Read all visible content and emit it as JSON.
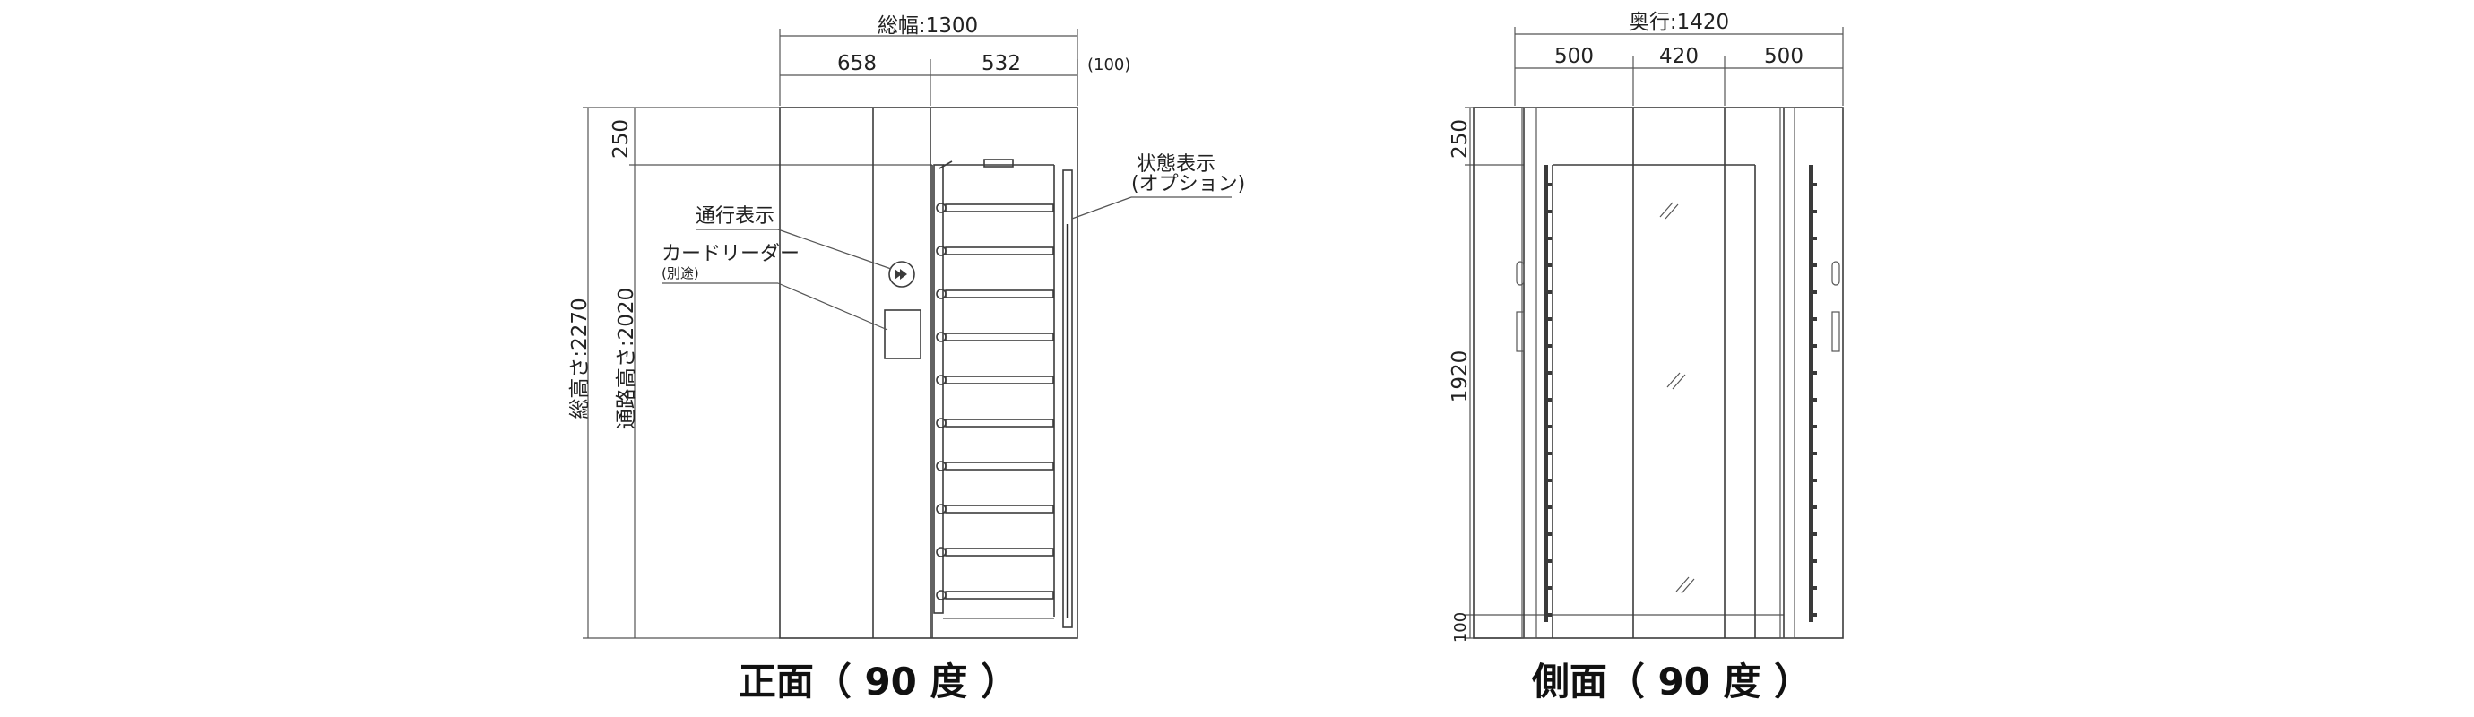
{
  "front_view": {
    "caption": "正面（ 90 度 ）",
    "dims": {
      "total_width": "総幅:1300",
      "left_width": "658",
      "right_width": "532",
      "side_margin": "(100)",
      "top_height": "250",
      "total_height": "総高さ:2270",
      "passage_height": "通路高さ:2020"
    },
    "labels": {
      "pass_indicator": "通行表示",
      "card_reader": "カードリーダー",
      "card_reader_note": "(別途)",
      "status_display": "状態表示",
      "status_display_note": "(オプション)"
    }
  },
  "side_view": {
    "caption": "側面（ 90 度 ）",
    "dims": {
      "total_depth": "奥行:1420",
      "left_depth": "500",
      "center_depth": "420",
      "right_depth": "500",
      "top_height": "250",
      "mid_height": "1920",
      "bottom_height": "100"
    }
  }
}
